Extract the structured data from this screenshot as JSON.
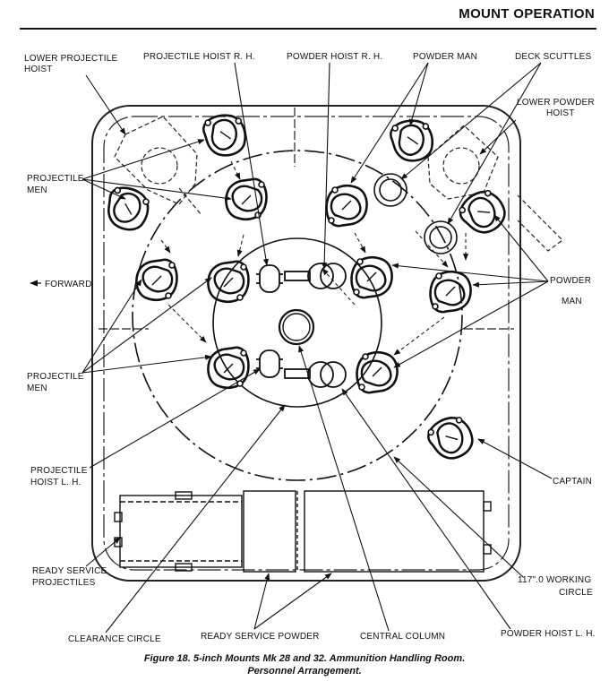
{
  "header": {
    "title": "MOUNT OPERATION"
  },
  "labels": {
    "lower_projectile_hoist": [
      "LOWER PROJECTILE",
      "HOIST"
    ],
    "projectile_hoist_rh": "PROJECTILE HOIST R. H.",
    "powder_hoist_rh": "POWDER HOIST R. H.",
    "powder_man_top": "POWDER MAN",
    "deck_scuttles": "DECK SCUTTLES",
    "lower_powder_hoist": [
      "LOWER POWDER",
      "HOIST"
    ],
    "projectile_men_upper": [
      "PROJECTILE",
      "MEN"
    ],
    "forward": "FORWARD",
    "powder_man_right": [
      "POWDER",
      "MAN"
    ],
    "projectile_men_lower": [
      "PROJECTILE",
      "MEN"
    ],
    "captain": "CAPTAIN",
    "projectile_hoist_lh": [
      "PROJECTILE",
      "HOIST L. H."
    ],
    "ready_service_projectiles": [
      "READY SERVICE",
      "PROJECTILES"
    ],
    "working_circle": [
      "117\".0 WORKING",
      "CIRCLE"
    ],
    "clearance_circle": "CLEARANCE CIRCLE",
    "ready_service_powder": "READY SERVICE POWDER",
    "central_column": "CENTRAL COLUMN",
    "powder_hoist_lh": "POWDER HOIST L. H."
  },
  "caption": {
    "line1": "Figure 18.  5-inch Mounts Mk 28 and 32.  Ammunition Handling Room.",
    "line2": "Personnel Arrangement."
  }
}
